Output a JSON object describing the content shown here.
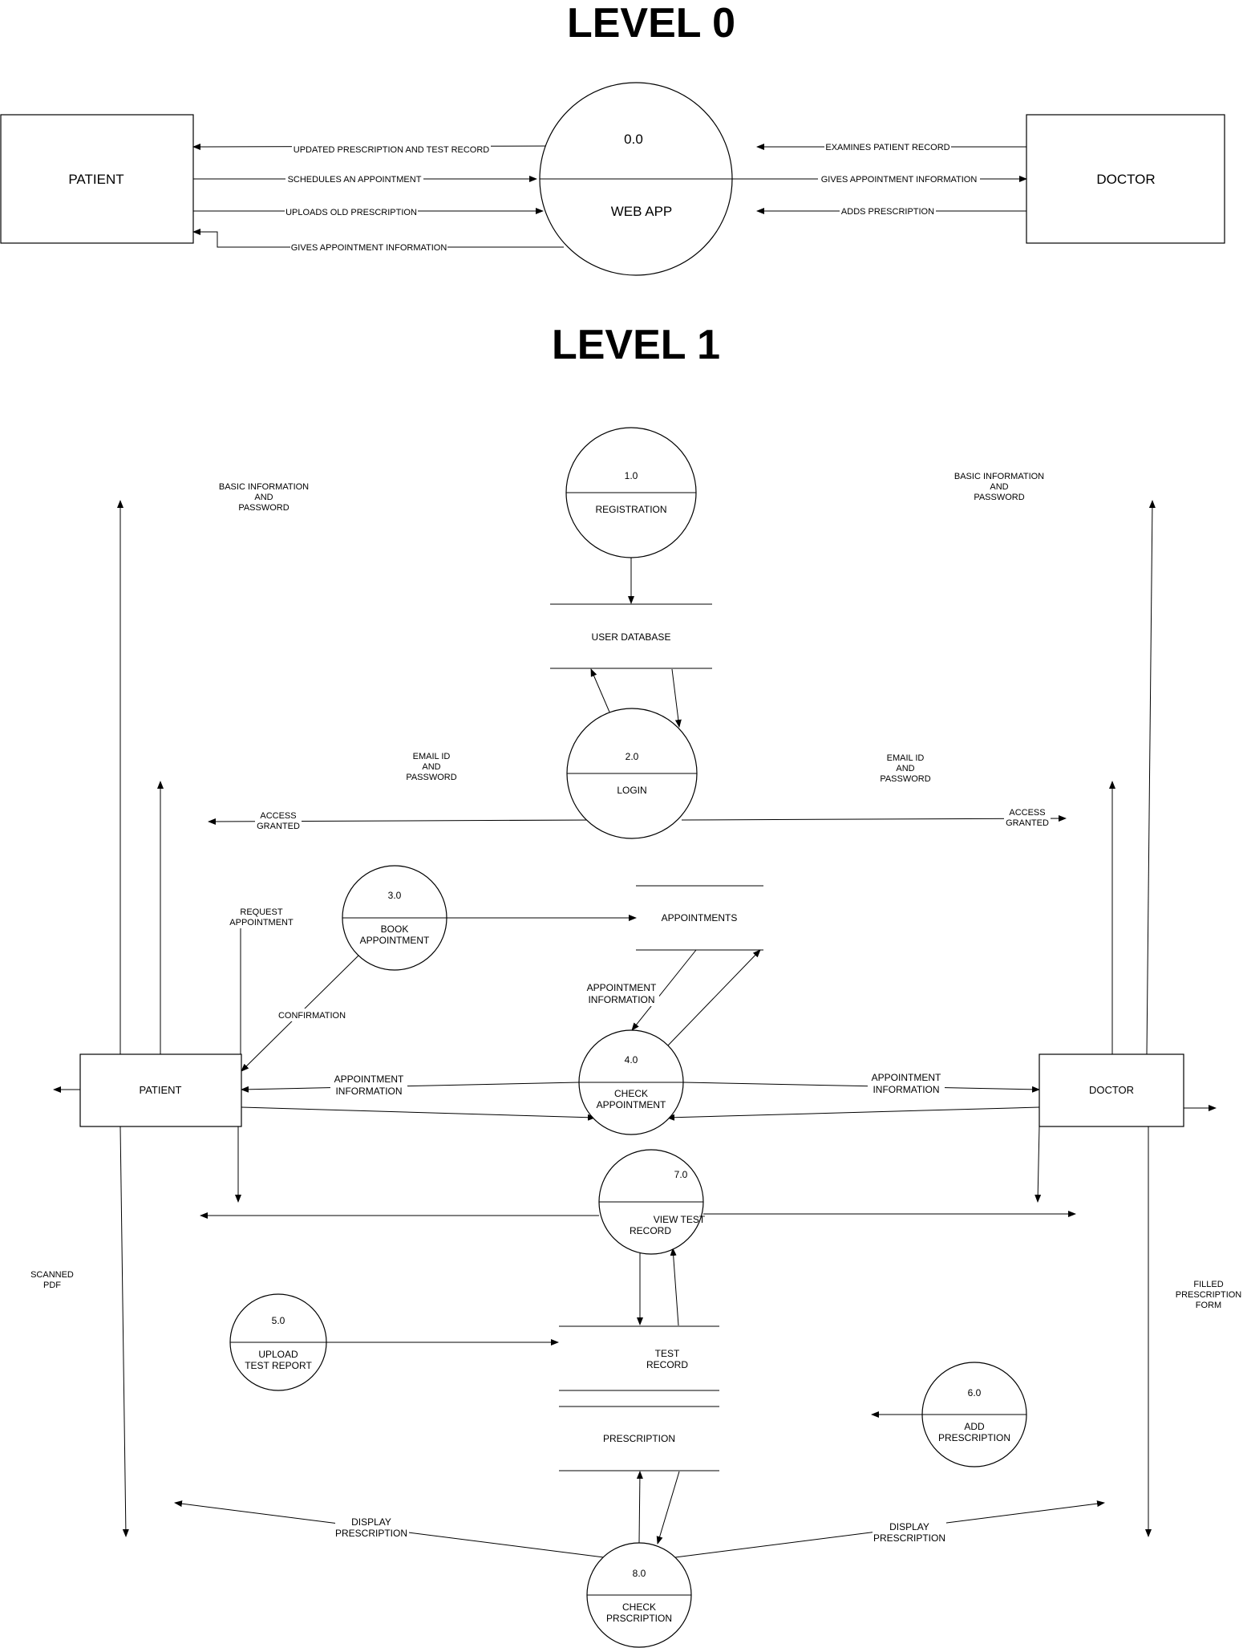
{
  "headings": {
    "level0": "LEVEL 0",
    "level1": "LEVEL 1"
  },
  "level0": {
    "patient": "PATIENT",
    "doctor": "DOCTOR",
    "process_id": "0.0",
    "process_name": "WEB APP",
    "flows": {
      "updated_prescription": "UPDATED PRESCRIPTION AND TEST RECORD",
      "schedules": "SCHEDULES AN APPOINTMENT",
      "uploads": "UPLOADS OLD PRESCRIPTION",
      "gives_appointment": "GIVES APPOINTMENT INFORMATION",
      "examines": "EXAMINES PATIENT RECORD",
      "gives_appointment_doctor": "GIVES APPOINTMENT  INFORMATION",
      "adds_prescription": "ADDS PRESCRIPTION"
    }
  },
  "level1": {
    "patient": "PATIENT",
    "doctor": "DOCTOR",
    "processes": {
      "registration": {
        "id": "1.0",
        "name": "REGISTRATION"
      },
      "login": {
        "id": "2.0",
        "name": "LOGIN"
      },
      "book": {
        "id": "3.0",
        "line1": "BOOK",
        "line2": "APPOINTMENT"
      },
      "check_appointment": {
        "id": "4.0",
        "line1": "CHECK",
        "line2": "APPOINTMENT"
      },
      "upload": {
        "id": "5.0",
        "line1": "UPLOAD",
        "line2": "TEST REPORT"
      },
      "add_prescription": {
        "id": "6.0",
        "line1": "ADD",
        "line2": "PRESCRIPTION"
      },
      "view_test": {
        "id": "7.0",
        "line1": "VIEW TEST",
        "line2": "RECORD"
      },
      "check_prescription": {
        "id": "8.0",
        "line1": "CHECK",
        "line2": "PRSCRIPTION"
      }
    },
    "stores": {
      "user_database": "USER DATABASE",
      "appointments": "APPOINTMENTS",
      "test_record_line1": "TEST",
      "test_record_line2": "RECORD",
      "prescription": "PRESCRIPTION"
    },
    "flows": {
      "basic_info_patient": [
        "BASIC INFORMATION",
        "AND",
        "PASSWORD"
      ],
      "basic_info_doctor": [
        "BASIC INFORMATION",
        "AND",
        "PASSWORD"
      ],
      "email_patient": [
        "EMAIL ID",
        "AND",
        "PASSWORD"
      ],
      "email_doctor": [
        "EMAIL ID",
        "AND",
        "PASSWORD"
      ],
      "access_patient": [
        "ACCESS",
        "GRANTED"
      ],
      "access_doctor": [
        "ACCESS",
        "GRANTED"
      ],
      "request_appointment": [
        "REQUEST",
        "APPOINTMENT"
      ],
      "confirmation": "CONFIRMATION",
      "appointment_info_store": [
        "APPOINTMENT",
        "INFORMATION"
      ],
      "appointment_info_patient": [
        "APPOINTMENT",
        "INFORMATION"
      ],
      "appointment_info_doctor": [
        "APPOINTMENT",
        "INFORMATION"
      ],
      "scanned_pdf": [
        "SCANNED",
        "PDF"
      ],
      "filled_prescription": [
        "FILLED",
        "PRESCRIPTION",
        "FORM"
      ],
      "display_prescription_patient": [
        "DISPLAY",
        "PRESCRIPTION"
      ],
      "display_prescription_doctor": [
        "DISPLAY",
        "PRESCRIPTION"
      ]
    }
  }
}
